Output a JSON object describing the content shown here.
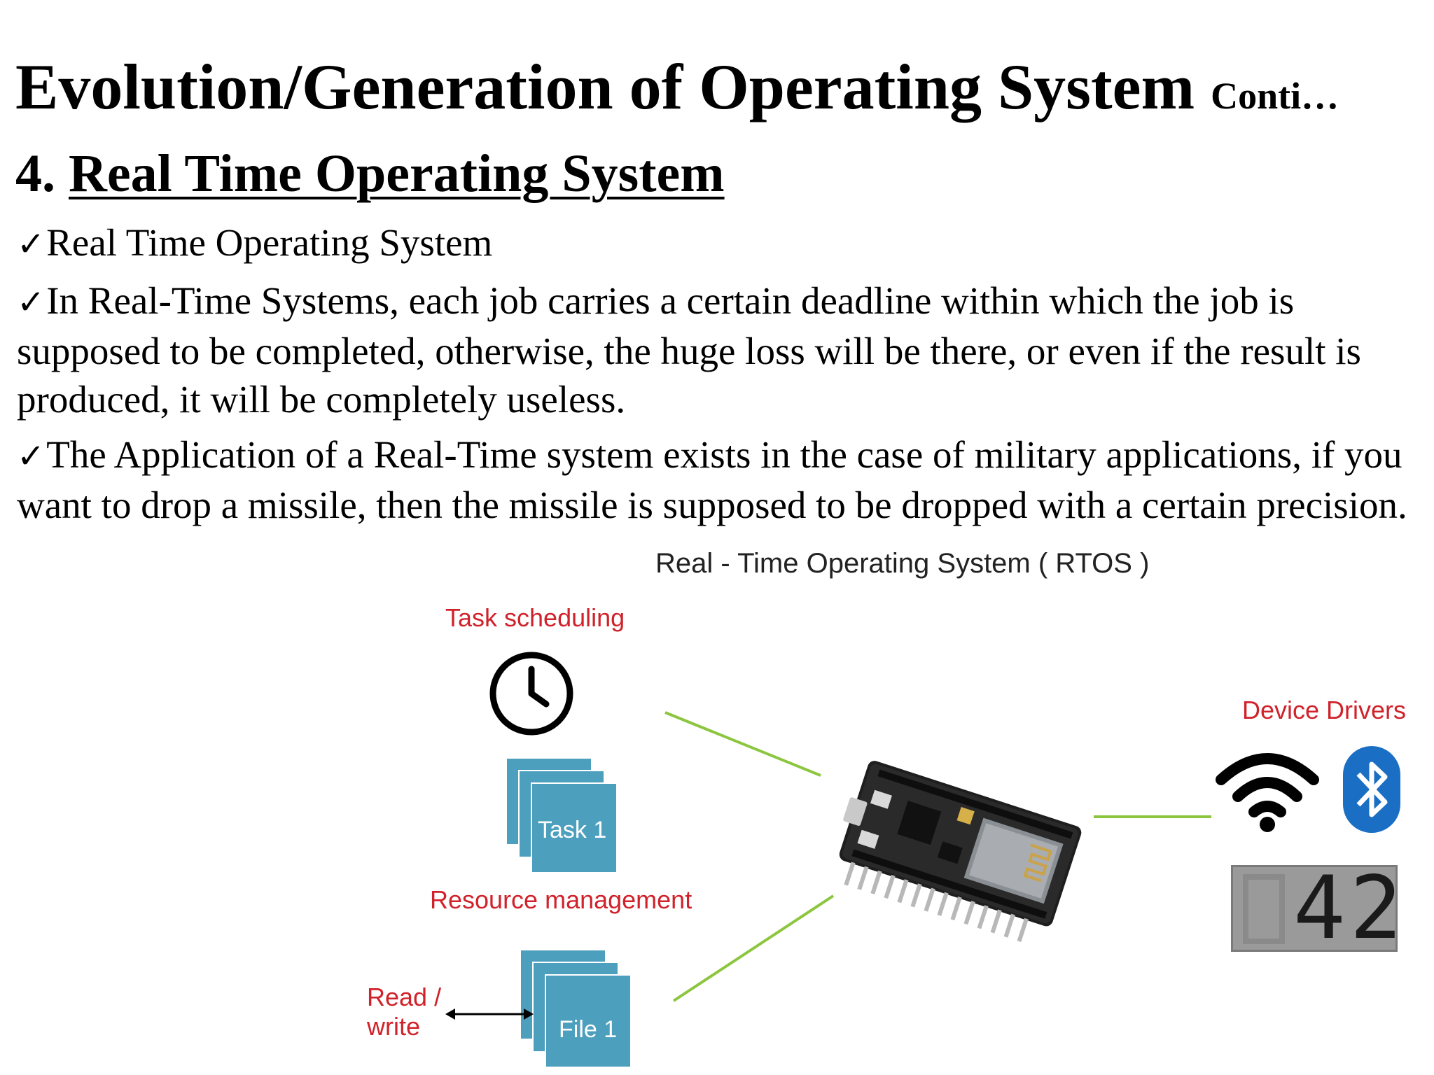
{
  "slide": {
    "title": "Evolution/Generation of  Operating System",
    "title_suffix": "Conti…",
    "section_number": "4.",
    "section_title": "Real Time Operating System",
    "bullets": [
      "Real Time Operating System",
      "In Real-Time Systems, each job carries a certain deadline within which the job is supposed to be completed, otherwise, the huge loss will be there, or even if the result is produced, it will be completely useless.",
      "The Application of a Real-Time system exists in the case of military applications, if you want to drop a missile, then the missile is supposed to be dropped with a certain precision."
    ],
    "check_glyph": "✓"
  },
  "diagram": {
    "title": "Real - Time Operating System ( RTOS )",
    "task_scheduling": "Task scheduling",
    "task_card": "Task 1",
    "resource_management": "Resource management",
    "read_write_line1": "Read /",
    "read_write_line2": "write",
    "file_card": "File 1",
    "device_drivers": "Device Drivers",
    "display_value": "42",
    "colors": {
      "label_red": "#d0222a",
      "card_blue": "#4d9fbe",
      "connector_green": "#8cc63f",
      "bluetooth_blue": "#1a6fc4"
    },
    "icons": [
      "clock-icon",
      "wifi-icon",
      "bluetooth-icon",
      "microcontroller-board",
      "seven-segment-display"
    ]
  }
}
